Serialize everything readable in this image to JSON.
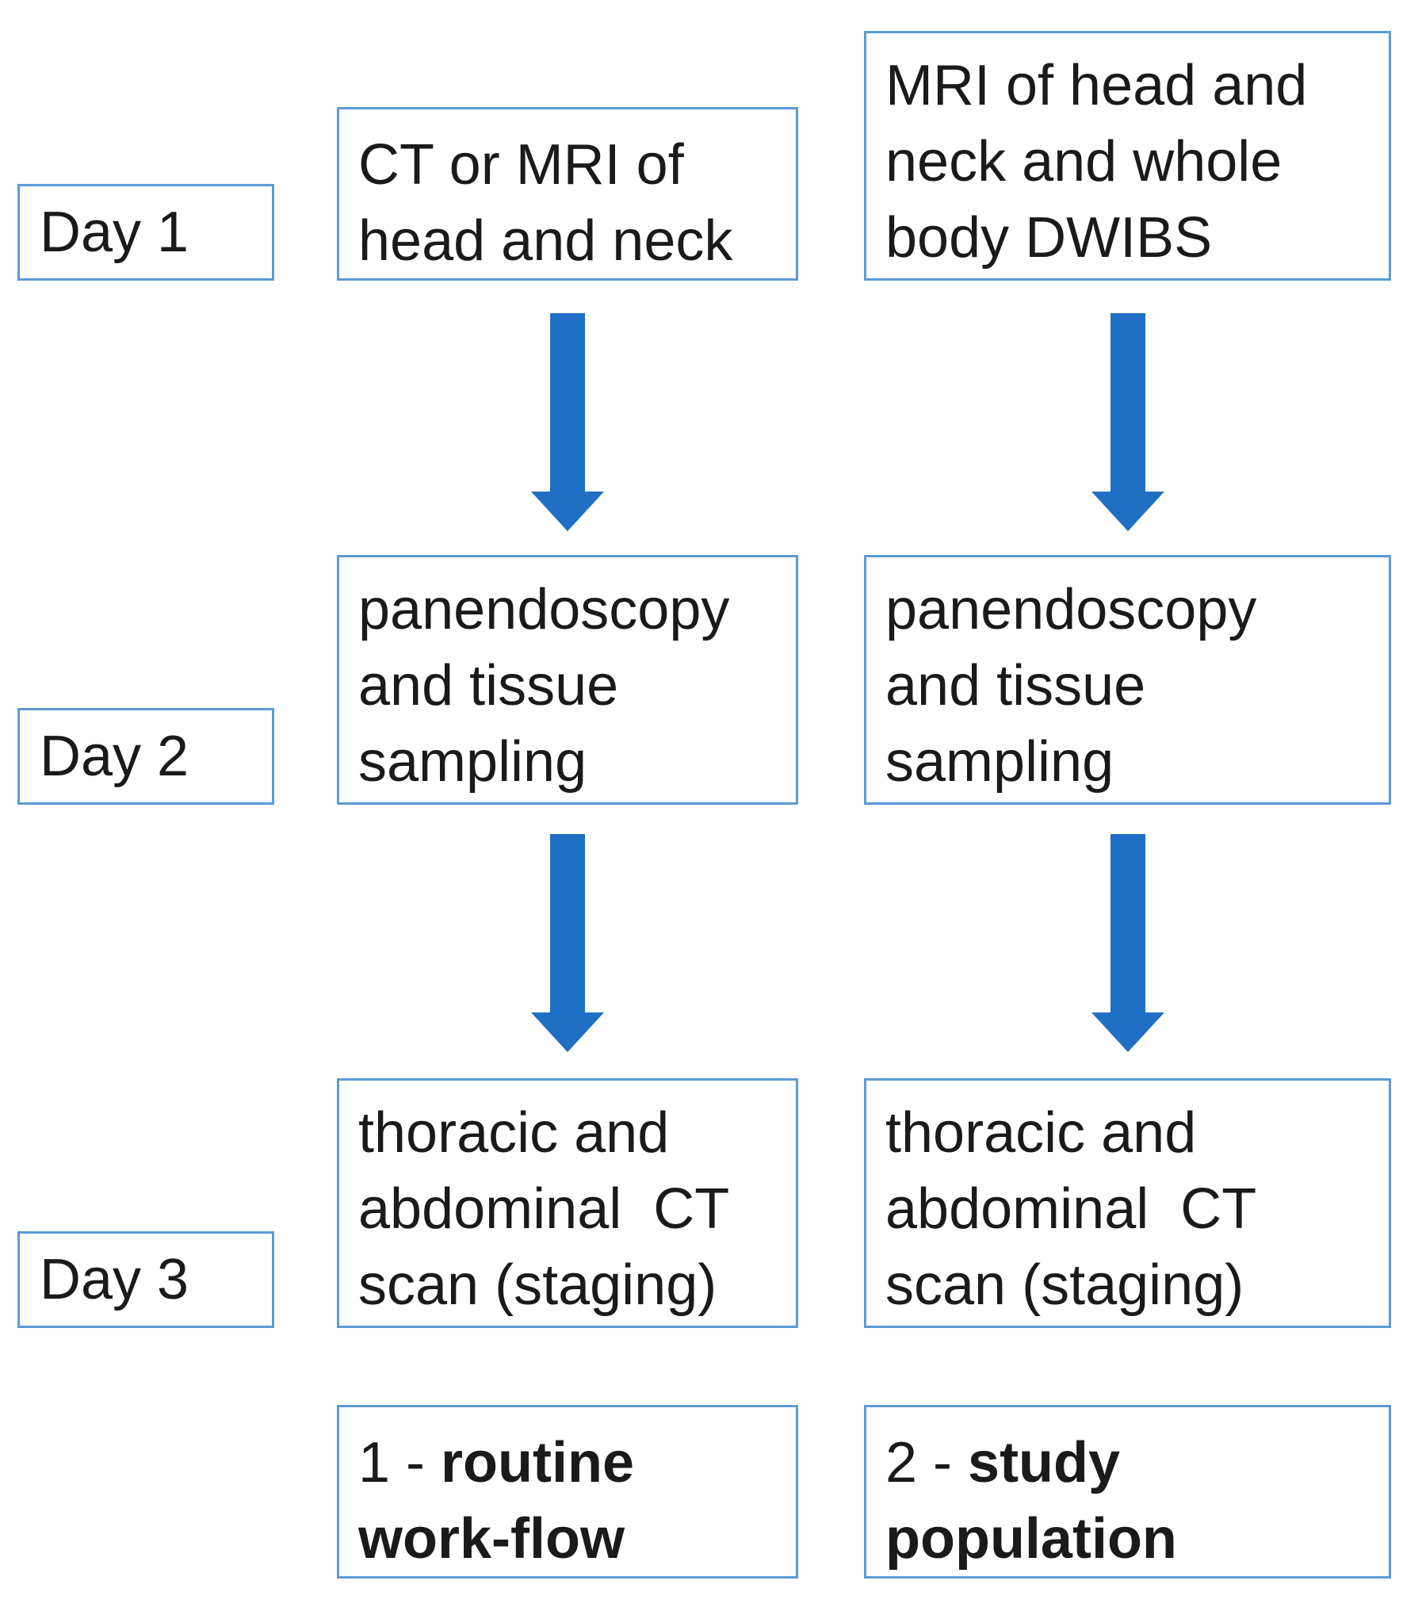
{
  "days": [
    {
      "label": "Day 1"
    },
    {
      "label": "Day 2"
    },
    {
      "label": "Day 3"
    }
  ],
  "left_column": {
    "step1": [
      "CT or MRI of",
      "head and neck"
    ],
    "step2": [
      "panendoscopy",
      "and tissue",
      "sampling"
    ],
    "step3": [
      "thoracic and",
      "abdominal  CT",
      "scan (staging)"
    ],
    "outcome": {
      "prefix": "1 - ",
      "bold_line1": "routine",
      "bold_line2": "work-flow"
    }
  },
  "right_column": {
    "step1": [
      "MRI of head and",
      "neck and whole",
      "body DWIBS"
    ],
    "step2": [
      "panendoscopy",
      "and tissue",
      "sampling"
    ],
    "step3": [
      "thoracic and",
      "abdominal  CT",
      "scan (staging)"
    ],
    "outcome": {
      "prefix": "2 - ",
      "bold_line1": "study",
      "bold_line2": "population"
    }
  },
  "colors": {
    "box_border": "#5b9bd5",
    "arrow_fill": "#1f6fc4",
    "text": "#1a1a1a"
  }
}
